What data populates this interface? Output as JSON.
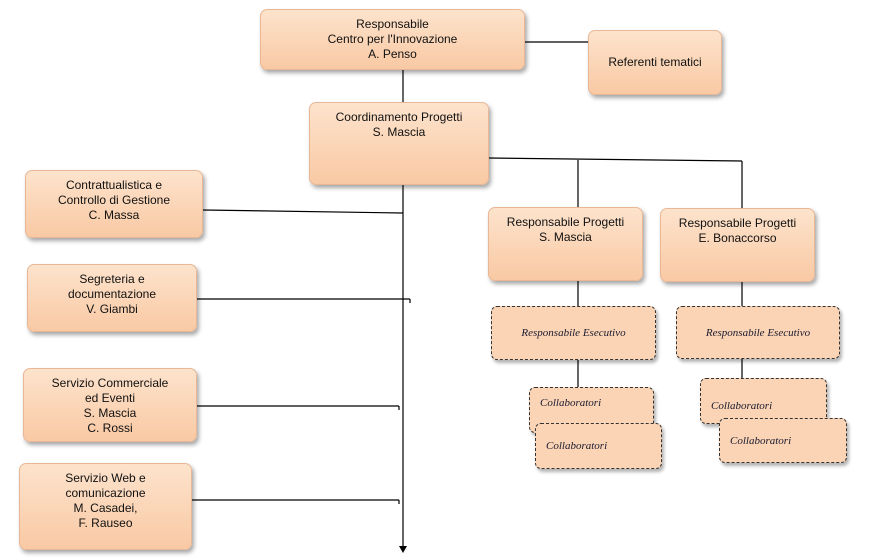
{
  "diagram": {
    "responsabile": [
      "Responsabile",
      "Centro per l'Innovazione",
      "A. Penso"
    ],
    "referenti": [
      "Referenti tematici"
    ],
    "coordinamento": [
      "Coordinamento Progetti",
      "S. Mascia"
    ],
    "contrattualistica": [
      "Contrattualistica e",
      "Controllo di Gestione",
      "C. Massa"
    ],
    "segreteria": [
      "Segreteria e",
      "documentazione",
      "V. Giambi"
    ],
    "commerciale": [
      "Servizio Commerciale",
      "ed Eventi",
      "S. Mascia",
      "C. Rossi"
    ],
    "web": [
      "Servizio Web e",
      "comunicazione",
      "M. Casadei,",
      "F. Rauseo"
    ],
    "resp_progetti_1": [
      "Responsabile Progetti",
      "S. Mascia"
    ],
    "resp_progetti_2": [
      "Responsabile Progetti",
      "E. Bonaccorso"
    ],
    "resp_esecutivo_1": "Responsabile Esecutivo",
    "resp_esecutivo_2": "Responsabile Esecutivo",
    "collaboratori_1a": "Collaboratori",
    "collaboratori_1b": "Collaboratori",
    "collaboratori_2a": "Collaboratori",
    "collaboratori_2b": "Collaboratori"
  },
  "colors": {
    "box_fill_top": "#fde3cc",
    "box_fill_bottom": "#f9c9a4",
    "dashed_fill": "#fbd4b5",
    "connector": "#000000"
  }
}
